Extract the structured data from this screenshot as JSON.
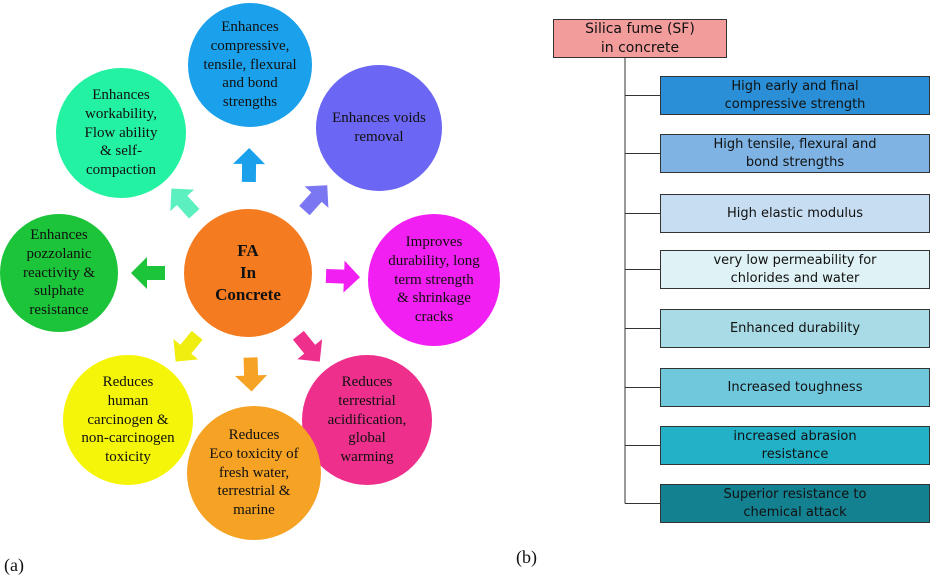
{
  "panel_a": {
    "label": "(a)",
    "center": {
      "text": "FA\nIn\nConcrete",
      "color": "#f47b20"
    },
    "benefits": [
      {
        "text": "Enhances\ncompressive,\ntensile, flexural\nand bond\nstrengths",
        "color": "#1ba1ec",
        "arrow_color": "#1ba1ec"
      },
      {
        "text": "Enhances voids\nremoval",
        "color": "#6b66f4",
        "arrow_color": "#7b77f2"
      },
      {
        "text": "Improves\ndurability, long\nterm strength\n& shrinkage\ncracks",
        "color": "#f21ff2",
        "arrow_color": "#f21ff2"
      },
      {
        "text": "Reduces\nterrestrial\nacidification,\nglobal\nwarming",
        "color": "#ee2f8b",
        "arrow_color": "#ee2f8b"
      },
      {
        "text": "Reduces\nEco toxicity of\nfresh water,\nterrestrial &\nmarine",
        "color": "#f5a225",
        "arrow_color": "#f5a225"
      },
      {
        "text": "Reduces\nhuman\ncarcinogen &\nnon-carcinogen\ntoxicity",
        "color": "#f5f50a",
        "arrow_color": "#f0ee10"
      },
      {
        "text": "Enhances\npozzolanic\nreactivity &\nsulphate\nresistance",
        "color": "#1cc43a",
        "arrow_color": "#1cc43a"
      },
      {
        "text": "Enhances\nworkability,\nFlow ability\n& self-\ncompaction",
        "color": "#23f2a2",
        "arrow_color": "#5cf0c0"
      }
    ]
  },
  "panel_b": {
    "label": "(b)",
    "root": {
      "text": "Silica fume (SF)\nin concrete",
      "color": "#f29c9c"
    },
    "items": [
      {
        "text": "High early and final\ncompressive strength",
        "color": "#2a8fd6"
      },
      {
        "text": "High tensile, flexural and\nbond strengths",
        "color": "#7fb3e3"
      },
      {
        "text": "High elastic modulus",
        "color": "#c7ddf1"
      },
      {
        "text": "very low permeability for\nchlorides and water",
        "color": "#dff2f5"
      },
      {
        "text": "Enhanced durability",
        "color": "#a8dbe5"
      },
      {
        "text": "Increased toughness",
        "color": "#6fc8dc"
      },
      {
        "text": "increased abrasion\nresistance",
        "color": "#22b1c7"
      },
      {
        "text": "Superior resistance to\nchemical attack",
        "color": "#148191"
      }
    ]
  }
}
